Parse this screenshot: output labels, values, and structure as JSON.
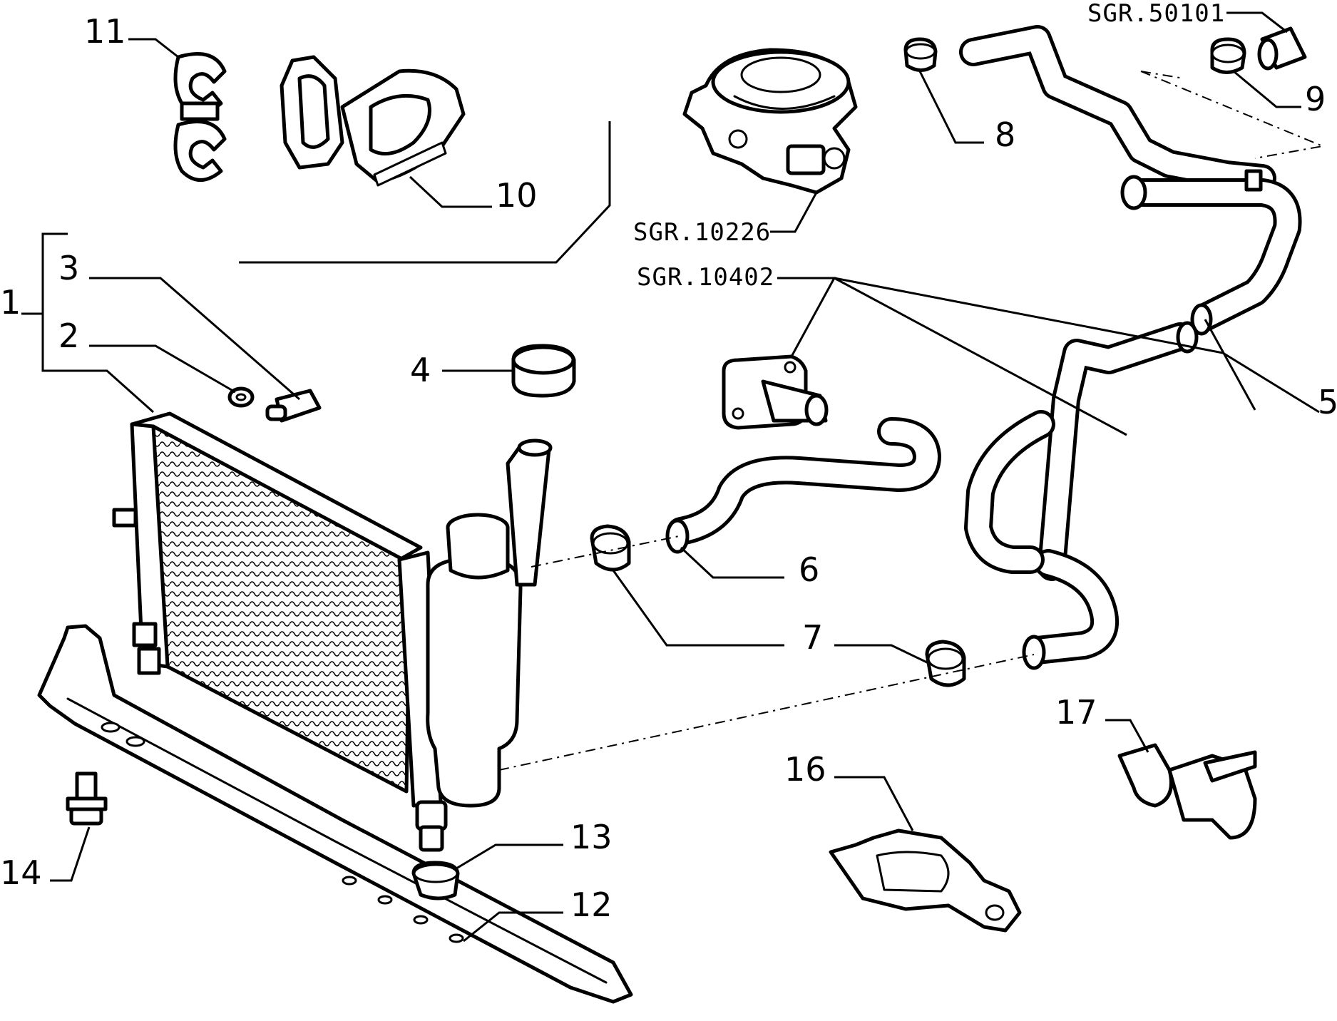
{
  "callouts": {
    "c1": "1",
    "c2": "2",
    "c3": "3",
    "c4": "4",
    "c5": "5",
    "c6": "6",
    "c7a": "7",
    "c8": "8",
    "c9": "9",
    "c10": "10",
    "c11": "11",
    "c12": "12",
    "c13": "13",
    "c14": "14",
    "c16": "16",
    "c17": "17"
  },
  "references": {
    "r50101": "SGR.50101",
    "r10226": "SGR.10226",
    "r10402": "SGR.10402"
  },
  "colors": {
    "line": "#000000",
    "background": "#ffffff"
  }
}
